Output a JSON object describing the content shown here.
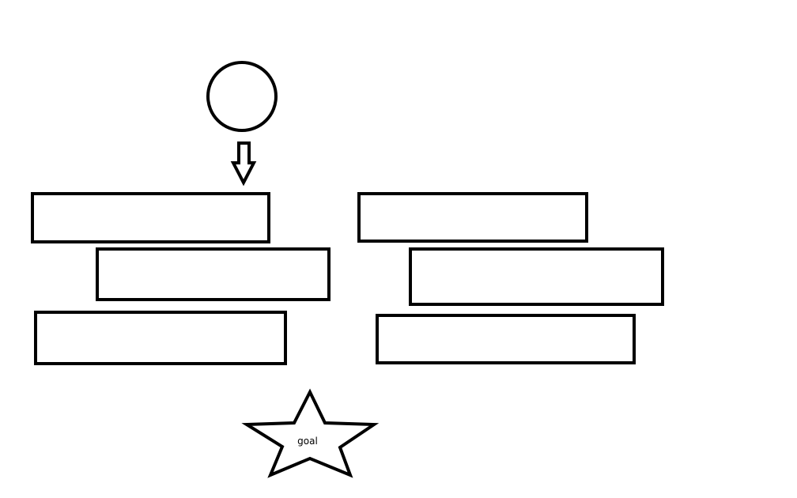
{
  "diagram": {
    "start_node": {
      "shape": "circle"
    },
    "arrow": {
      "direction": "down"
    },
    "platforms": {
      "left_column": 3,
      "right_column": 3
    },
    "goal": {
      "shape": "star",
      "label": "goal"
    }
  },
  "colors": {
    "stroke": "#000000",
    "fill": "#ffffff",
    "background": "#ffffff"
  }
}
